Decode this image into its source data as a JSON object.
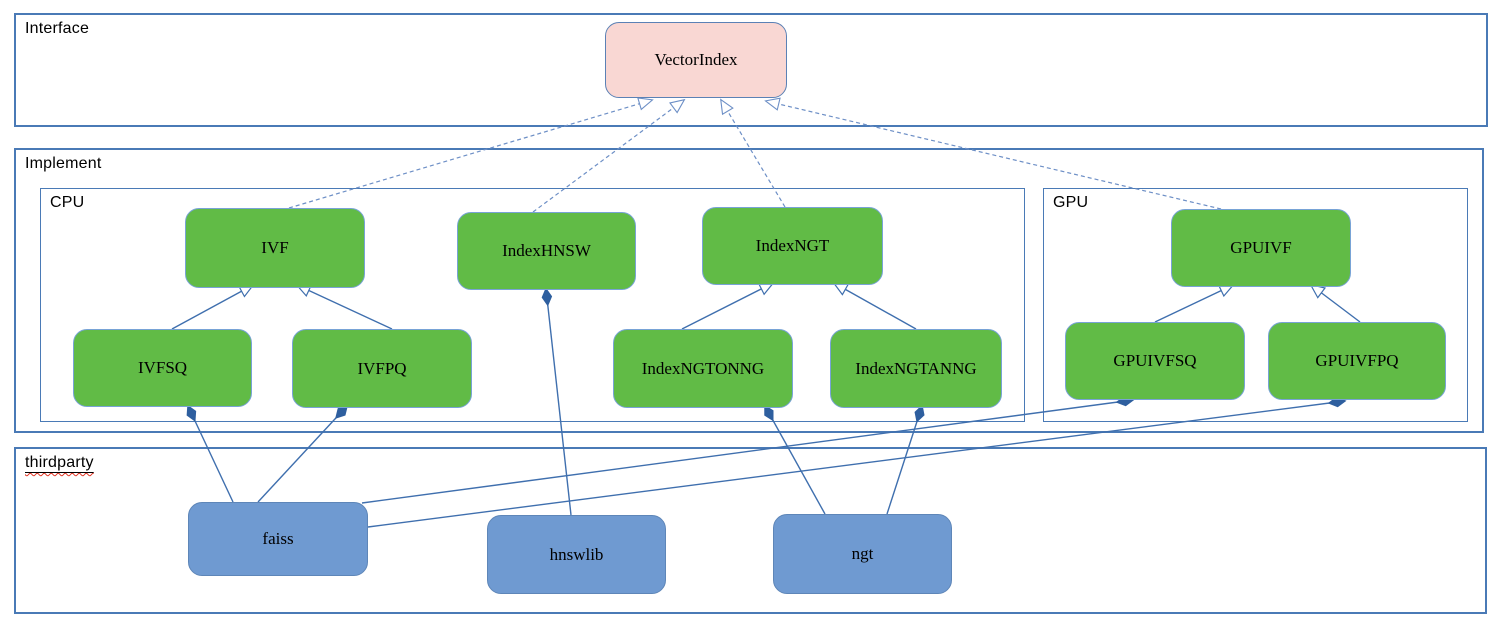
{
  "sections": {
    "interface": {
      "label": "Interface"
    },
    "implement": {
      "label": "Implement"
    },
    "cpu": {
      "label": "CPU"
    },
    "gpu": {
      "label": "GPU"
    },
    "thirdparty": {
      "label": "thirdparty"
    }
  },
  "nodes": {
    "vectorindex": {
      "label": "VectorIndex",
      "kind": "interface",
      "section": "interface"
    },
    "ivf": {
      "label": "IVF",
      "kind": "implementation",
      "section": "cpu"
    },
    "indexhnsw": {
      "label": "IndexHNSW",
      "kind": "implementation",
      "section": "cpu"
    },
    "indexngt": {
      "label": "IndexNGT",
      "kind": "implementation",
      "section": "cpu"
    },
    "ivfsq": {
      "label": "IVFSQ",
      "kind": "implementation",
      "section": "cpu"
    },
    "ivfpq": {
      "label": "IVFPQ",
      "kind": "implementation",
      "section": "cpu"
    },
    "indexngtonng": {
      "label": "IndexNGTONNG",
      "kind": "implementation",
      "section": "cpu"
    },
    "indexngtanng": {
      "label": "IndexNGTANNG",
      "kind": "implementation",
      "section": "cpu"
    },
    "gpuivf": {
      "label": "GPUIVF",
      "kind": "implementation",
      "section": "gpu"
    },
    "gpuivfsq": {
      "label": "GPUIVFSQ",
      "kind": "implementation",
      "section": "gpu"
    },
    "gpuivfpq": {
      "label": "GPUIVFPQ",
      "kind": "implementation",
      "section": "gpu"
    },
    "faiss": {
      "label": "faiss",
      "kind": "thirdparty-lib",
      "section": "thirdparty"
    },
    "hnswlib": {
      "label": "hnswlib",
      "kind": "thirdparty-lib",
      "section": "thirdparty"
    },
    "ngt": {
      "label": "ngt",
      "kind": "thirdparty-lib",
      "section": "thirdparty"
    }
  },
  "edges": [
    {
      "from": "ivf",
      "to": "vectorindex",
      "type": "realization-dashed-hollow-arrow"
    },
    {
      "from": "indexhnsw",
      "to": "vectorindex",
      "type": "realization-dashed-hollow-arrow"
    },
    {
      "from": "indexngt",
      "to": "vectorindex",
      "type": "realization-dashed-hollow-arrow"
    },
    {
      "from": "gpuivf",
      "to": "vectorindex",
      "type": "realization-dashed-hollow-arrow"
    },
    {
      "from": "ivfsq",
      "to": "ivf",
      "type": "generalization-hollow-arrow"
    },
    {
      "from": "ivfpq",
      "to": "ivf",
      "type": "generalization-hollow-arrow"
    },
    {
      "from": "indexngtonng",
      "to": "indexngt",
      "type": "generalization-hollow-arrow"
    },
    {
      "from": "indexngtanng",
      "to": "indexngt",
      "type": "generalization-hollow-arrow"
    },
    {
      "from": "gpuivfsq",
      "to": "gpuivf",
      "type": "generalization-hollow-arrow"
    },
    {
      "from": "gpuivfpq",
      "to": "gpuivf",
      "type": "generalization-hollow-arrow"
    },
    {
      "from": "faiss",
      "to": "ivfsq",
      "type": "composition-filled-diamond"
    },
    {
      "from": "faiss",
      "to": "ivfpq",
      "type": "composition-filled-diamond"
    },
    {
      "from": "hnswlib",
      "to": "indexhnsw",
      "type": "composition-filled-diamond"
    },
    {
      "from": "ngt",
      "to": "indexngtonng",
      "type": "composition-filled-diamond"
    },
    {
      "from": "ngt",
      "to": "indexngtanng",
      "type": "composition-filled-diamond"
    },
    {
      "from": "faiss",
      "to": "gpuivfsq",
      "type": "composition-filled-diamond"
    },
    {
      "from": "faiss",
      "to": "gpuivfpq",
      "type": "composition-filled-diamond"
    }
  ],
  "colors": {
    "interface_node_fill": "#f9d7d3",
    "implementation_node_fill": "#61bb46",
    "thirdparty_node_fill": "#6f9ad1",
    "node_border_green": "#78a3d6",
    "node_border_blue": "#5e86b8",
    "section_border": "#4a7ab6",
    "connector_solid": "#3f6fae",
    "connector_dashed": "#6d8fc6",
    "composition_diamond": "#2e5f9f",
    "spellcheck_squiggle": "#e03020",
    "text": "#000000"
  }
}
